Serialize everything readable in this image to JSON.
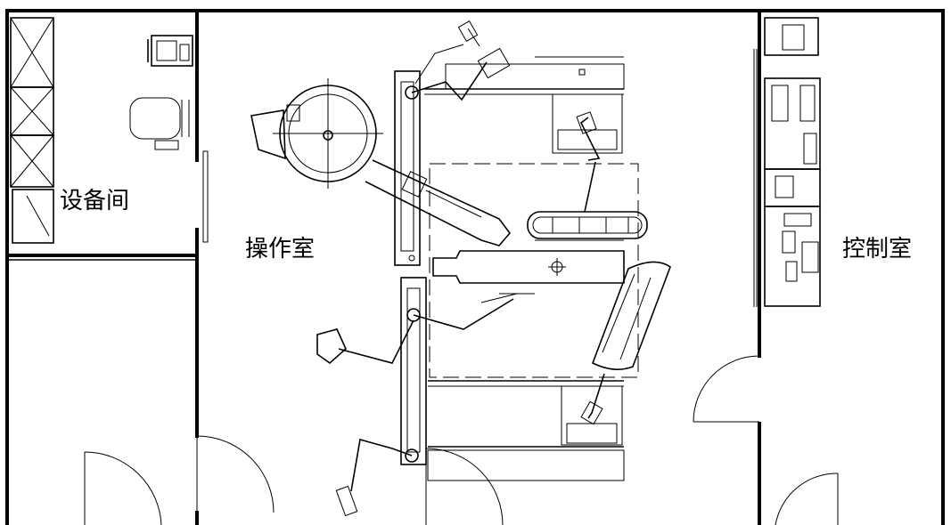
{
  "rooms": {
    "equipment_room": "设备间",
    "operating_room": "操作室",
    "control_room": "控制室"
  },
  "colors": {
    "line": "#000000",
    "background": "#ffffff"
  }
}
